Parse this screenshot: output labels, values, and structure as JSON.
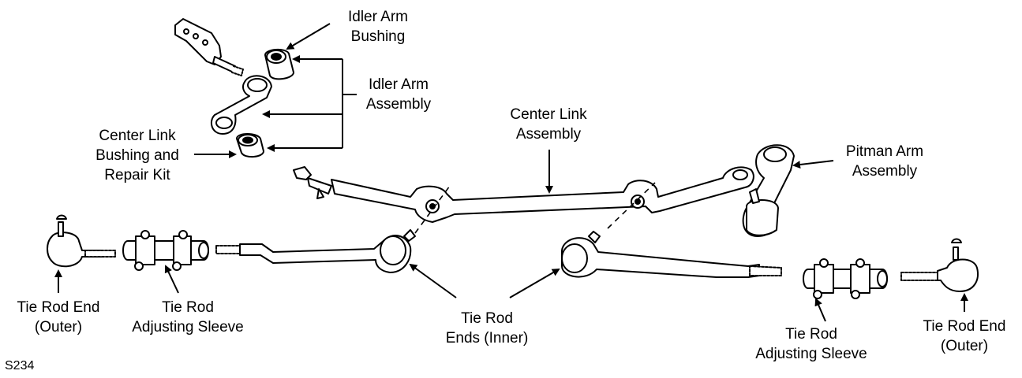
{
  "figure_code": "S234",
  "labels": {
    "idler_arm_bushing": [
      "Idler Arm",
      "Bushing"
    ],
    "idler_arm_assembly": [
      "Idler Arm",
      "Assembly"
    ],
    "center_link_bushing_kit": [
      "Center Link",
      "Bushing and",
      "Repair Kit"
    ],
    "center_link_assembly": [
      "Center Link",
      "Assembly"
    ],
    "pitman_arm_assembly": [
      "Pitman Arm",
      "Assembly"
    ],
    "tie_rod_end_outer_left": [
      "Tie Rod End",
      "(Outer)"
    ],
    "tie_rod_adjusting_sleeve_left": [
      "Tie Rod",
      "Adjusting Sleeve"
    ],
    "tie_rod_ends_inner": [
      "Tie Rod",
      "Ends (Inner)"
    ],
    "tie_rod_adjusting_sleeve_right": [
      "Tie Rod",
      "Adjusting Sleeve"
    ],
    "tie_rod_end_outer_right": [
      "Tie Rod End",
      "(Outer)"
    ]
  },
  "colors": {
    "ink": "#000000",
    "paper": "#ffffff",
    "shade": "#d8d8d8"
  }
}
